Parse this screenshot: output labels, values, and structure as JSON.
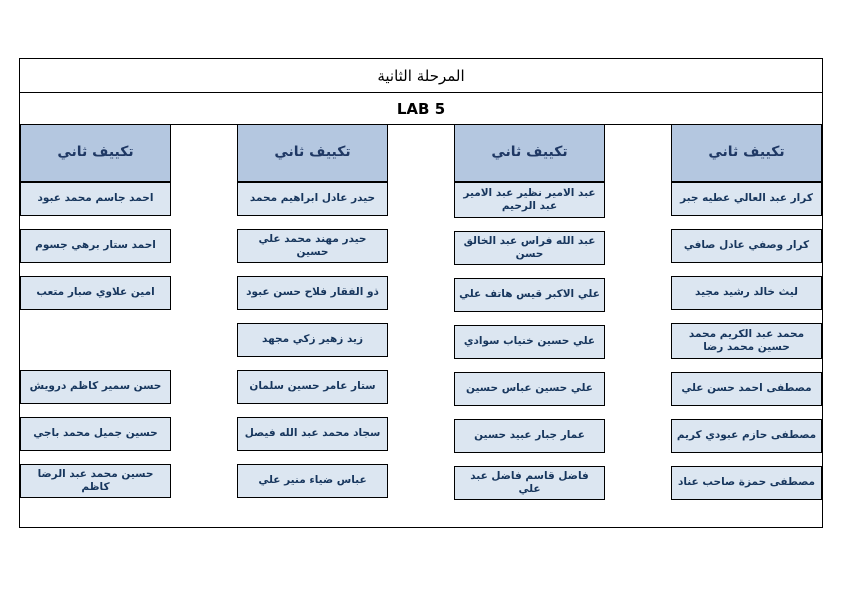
{
  "document": {
    "title_stage": "المرحلة الثانية",
    "title_lab": "LAB 5",
    "group_header": "تكييف ثاني",
    "colors": {
      "header_fill": "#b4c7e0",
      "cell_fill": "#dce6f1",
      "border": "#000000",
      "text": "#17365d",
      "page_background": "#ffffff"
    }
  },
  "groups": [
    {
      "header": "تكييف ثاني",
      "students": [
        "كرار عبد العالي عطيه جبر",
        "كرار وصفي عادل صافي",
        "ليث خالد رشيد مجيد",
        "محمد عبد الكريم محمد حسين محمد رضا",
        "مصطفى احمد حسن علي",
        "مصطفى حازم عبودي كريم",
        "مصطفى حمزة صاحب عناد"
      ]
    },
    {
      "header": "تكييف ثاني",
      "students": [
        "عبد الامير نظير عبد الامير عبد الرحيم",
        "عبد الله فراس عبد الخالق حسن",
        "علي الاكبر قيس هاتف علي",
        "علي حسين خنياب سوادي",
        "علي حسين عباس حسين",
        "عمار جبار عبيد حسين",
        "فاضل قاسم فاضل عبد علي"
      ]
    },
    {
      "header": "تكييف ثاني",
      "students": [
        "حيدر عادل ابراهيم محمد",
        "حيدر مهند محمد علي حسين",
        "ذو الفقار فلاح حسن عبود",
        "زيد زهير زكي مجهد",
        "ستار عامر حسين سلمان",
        "سجاد محمد عبد الله فيصل",
        "عباس ضياء منير علي"
      ]
    },
    {
      "header": "تكييف ثاني",
      "students": [
        "احمد جاسم محمد عبود",
        "احمد ستار برهي جسوم",
        "امين علاوي صبار متعب",
        "",
        "حسن سمير كاظم درويش",
        "حسين جميل محمد باجي",
        "حسين محمد عبد الرضا كاظم"
      ]
    }
  ]
}
